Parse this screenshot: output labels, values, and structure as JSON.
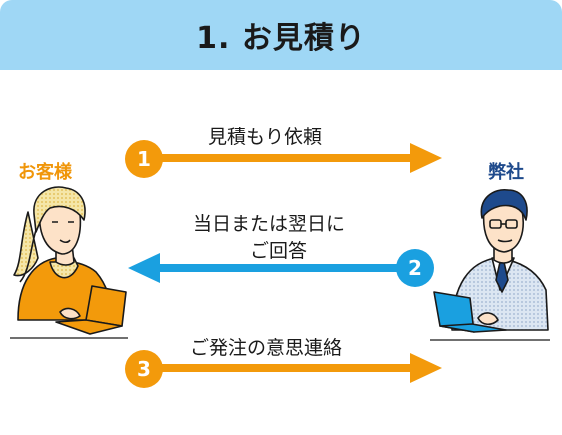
{
  "header": {
    "title": "1. お見積り"
  },
  "parties": {
    "customer": "お客様",
    "company": "弊社"
  },
  "steps": [
    {
      "number": "1",
      "label": "見積もり依頼",
      "direction": "to-company"
    },
    {
      "number": "2",
      "line1": "当日または翌日に",
      "line2": "ご回答",
      "direction": "to-customer"
    },
    {
      "number": "3",
      "label": "ご発注の意思連絡",
      "direction": "to-company"
    }
  ],
  "colors": {
    "header_bg": "#9fd7f5",
    "orange": "#f39a0b",
    "blue": "#1aa0e0",
    "navy": "#1e4a8c"
  }
}
